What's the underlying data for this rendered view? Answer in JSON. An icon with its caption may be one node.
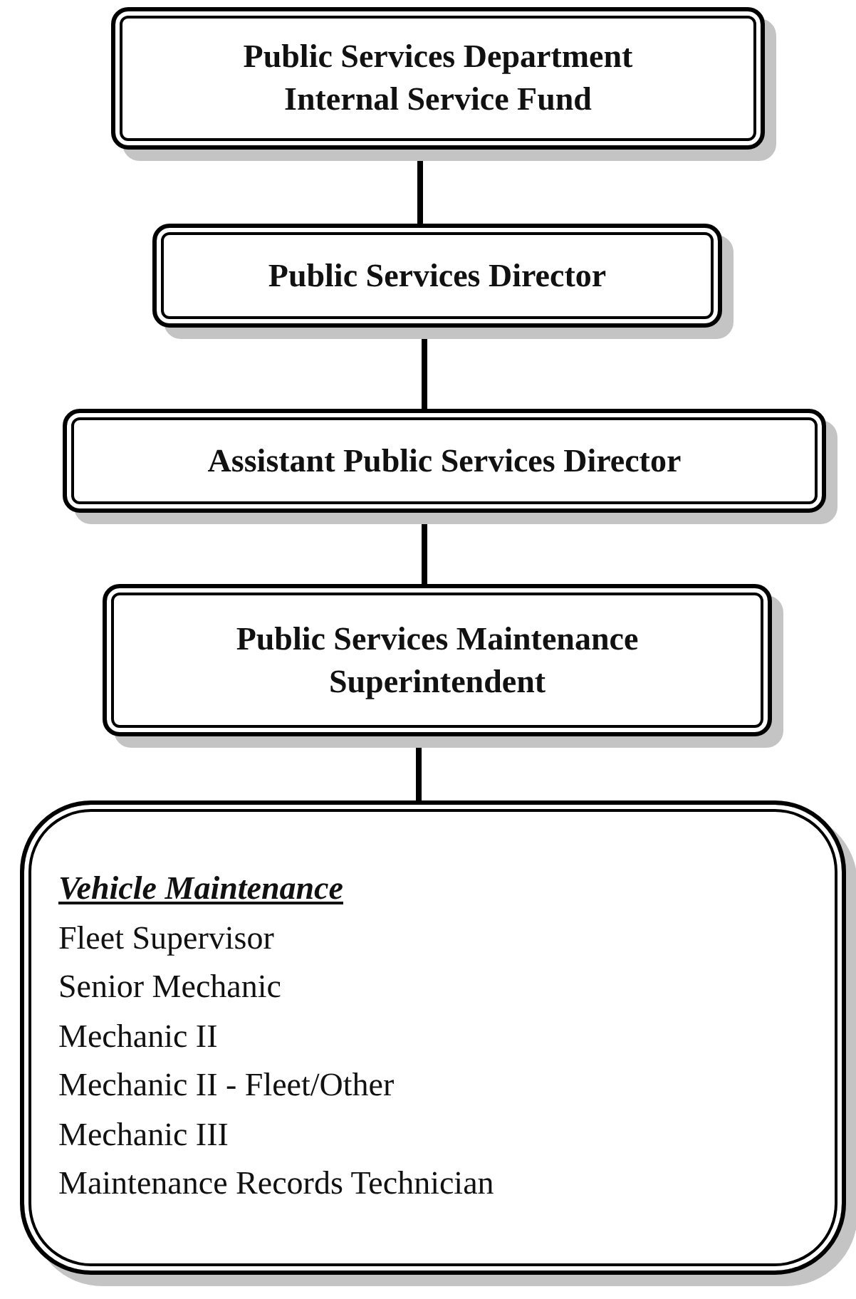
{
  "diagram": {
    "nodes": [
      {
        "text": [
          "Public Services Department Internal Service Fund"
        ]
      },
      {
        "text": [
          "Public Services Director"
        ]
      },
      {
        "text": [
          "Assistant Public Services Director"
        ]
      },
      {
        "text": [
          "Public Services Maintenance Superintendent"
        ]
      },
      {
        "text": [
          "Vehicle Maintenance",
          "Fleet Supervisor",
          "Senior Mechanic",
          "Mechanic II",
          "Mechanic II - Fleet/Other",
          "Mechanic III",
          "Maintenance Records Technician"
        ]
      }
    ],
    "edges": [
      {
        "from": 0,
        "to": 1,
        "arrow": "none"
      },
      {
        "from": 1,
        "to": 2,
        "arrow": "none"
      },
      {
        "from": 2,
        "to": 3,
        "arrow": "none"
      },
      {
        "from": 3,
        "to": 4,
        "arrow": "none"
      }
    ]
  }
}
